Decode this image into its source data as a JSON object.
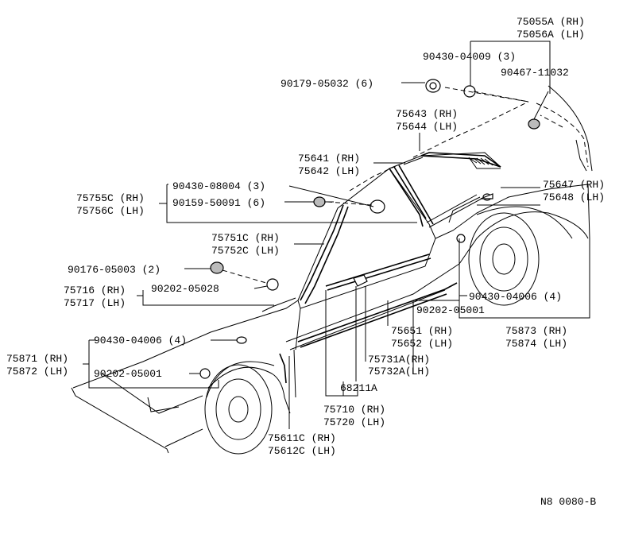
{
  "labels": {
    "l1": "75055A (RH)",
    "l2": "75056A (LH)",
    "l3": "90430-04009 (3)",
    "l4": "90467-11032",
    "l5": "90179-05032 (6)",
    "l6": "75643 (RH)",
    "l7": "75644 (LH)",
    "l8": "75641 (RH)",
    "l9": "75642 (LH)",
    "l10": "90430-08004 (3)",
    "l11": "90159-50091 (6)",
    "l12": "75755C (RH)",
    "l13": "75756C (LH)",
    "l14": "75647 (RH)",
    "l15": "75648 (LH)",
    "l16": "75751C (RH)",
    "l17": "75752C (LH)",
    "l18": "90176-05003 (2)",
    "l19": "75716 (RH)",
    "l20": "75717 (LH)",
    "l21": "90202-05028",
    "l22": "90430-04006 (4)",
    "l23": "90202-05001",
    "l24": "75651 (RH)",
    "l25": "75652 (LH)",
    "l26": "75873 (RH)",
    "l27": "75874 (LH)",
    "l28": "75731A",
    "l28s": "(RH)",
    "l29": "75732A",
    "l29s": "(LH)",
    "l30": "68211A",
    "l31": "75871 (RH)",
    "l32": "75872 (LH)",
    "l33": "90430-04006 (4)",
    "l34": "90202-05001",
    "l35": "75710 (RH)",
    "l36": "75720 (LH)",
    "l37": "75611C (RH)",
    "l38": "75612C (LH)"
  },
  "figure_ref": "N8 0080-B"
}
